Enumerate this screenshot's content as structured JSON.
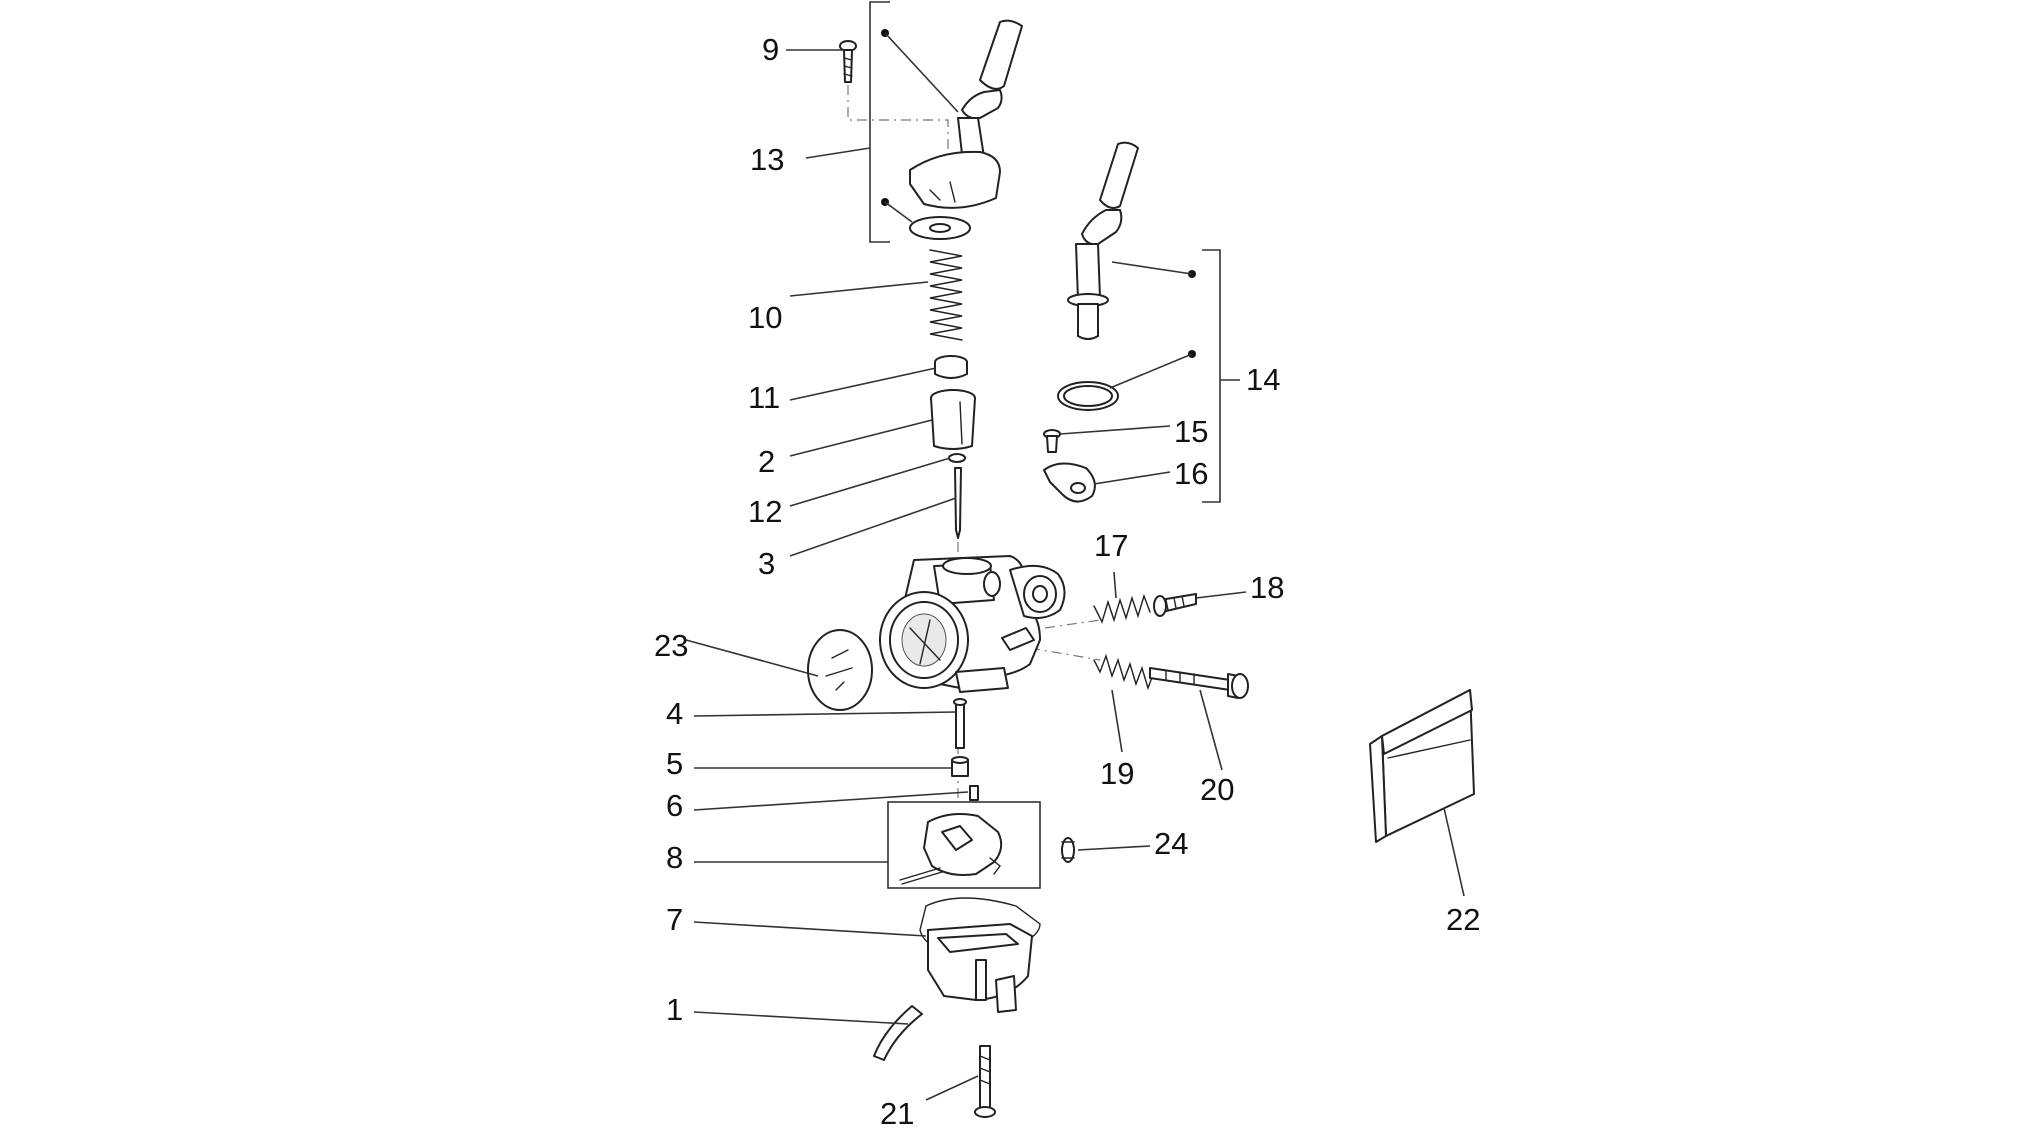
{
  "diagram": {
    "labels": [
      {
        "id": "1",
        "text": "1"
      },
      {
        "id": "2",
        "text": "2"
      },
      {
        "id": "3",
        "text": "3"
      },
      {
        "id": "4",
        "text": "4"
      },
      {
        "id": "5",
        "text": "5"
      },
      {
        "id": "6",
        "text": "6"
      },
      {
        "id": "7",
        "text": "7"
      },
      {
        "id": "8",
        "text": "8"
      },
      {
        "id": "9",
        "text": "9"
      },
      {
        "id": "10",
        "text": "10"
      },
      {
        "id": "11",
        "text": "11"
      },
      {
        "id": "12",
        "text": "12"
      },
      {
        "id": "13",
        "text": "13"
      },
      {
        "id": "14",
        "text": "14"
      },
      {
        "id": "15",
        "text": "15"
      },
      {
        "id": "16",
        "text": "16"
      },
      {
        "id": "17",
        "text": "17"
      },
      {
        "id": "18",
        "text": "18"
      },
      {
        "id": "19",
        "text": "19"
      },
      {
        "id": "20",
        "text": "20"
      },
      {
        "id": "21",
        "text": "21"
      },
      {
        "id": "22",
        "text": "22"
      },
      {
        "id": "23",
        "text": "23"
      },
      {
        "id": "24",
        "text": "24"
      }
    ],
    "colors": {
      "background": "#ffffff",
      "ink": "#222222"
    }
  }
}
